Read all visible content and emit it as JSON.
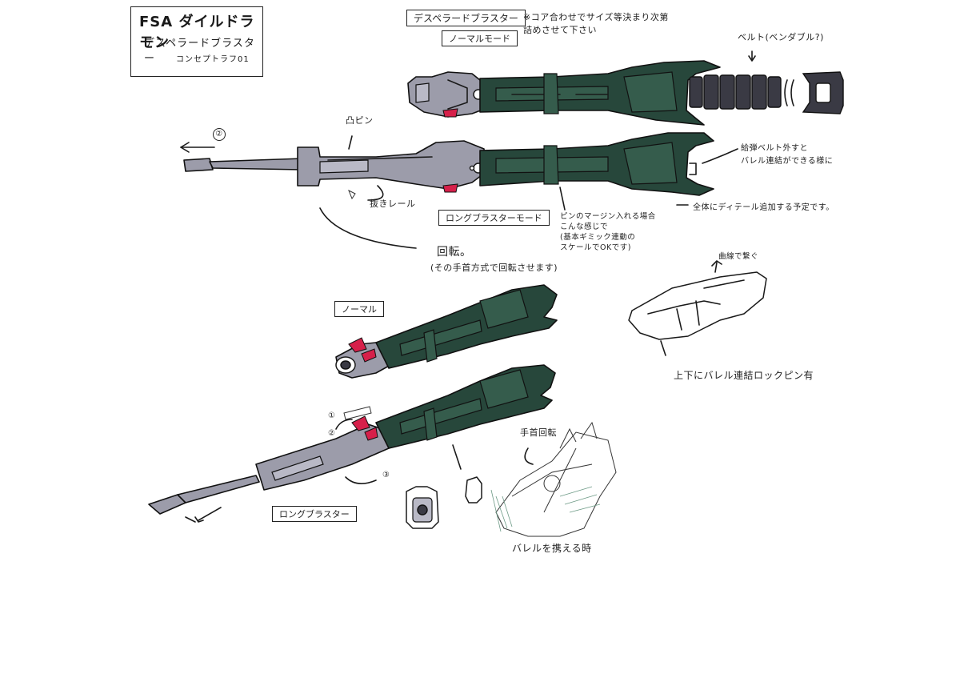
{
  "sheet": {
    "title_series": "FSA ダイルドラモン",
    "title_weapon": "デスペラードブラスター",
    "title_note": "コンセプトラフ01"
  },
  "labels": {
    "normal_mode_name": "デスペラードブラスター",
    "normal_mode": "ノーマルモード",
    "size_note": "※コア合わせでサイズ等決まり次第\n詰めさせて下さい",
    "belt_note": "ベルト(ベンダブル?)",
    "pin_note": "凸ピン",
    "circle_2_top": "②",
    "rail_note": "抜きレール",
    "long_mode": "ロングブラスターモード",
    "belt_remove_note": "給弾ベルト外すと\nバレル連結ができる様に",
    "detail_note": "全体にディテール追加する予定です。",
    "pin_margin_note": "ピンのマージン入れる場合\nこんな感じで\n(基本ギミック連動の\nスケールでOKです)",
    "rotate_note": "回転。",
    "rotate_sub_note": "(その手首方式で回転させます)",
    "normal": "ノーマル",
    "circle_1": "①",
    "circle_2": "②",
    "circle_3": "③",
    "long_blaster": "ロングブラスター",
    "hand_rotate": "手首回転",
    "barrel_hold": "バレルを携える時",
    "head_note": "曲線で繋ぐ",
    "lock_pin_note": "上下にバレル連結ロックピン有"
  },
  "colors": {
    "body_green": "#27473b",
    "body_green_light": "#355c4c",
    "gray_part": "#9c9caa",
    "dark_belt": "#3a3a44",
    "accent_red": "#d6204a",
    "line": "#1a1a1a"
  }
}
